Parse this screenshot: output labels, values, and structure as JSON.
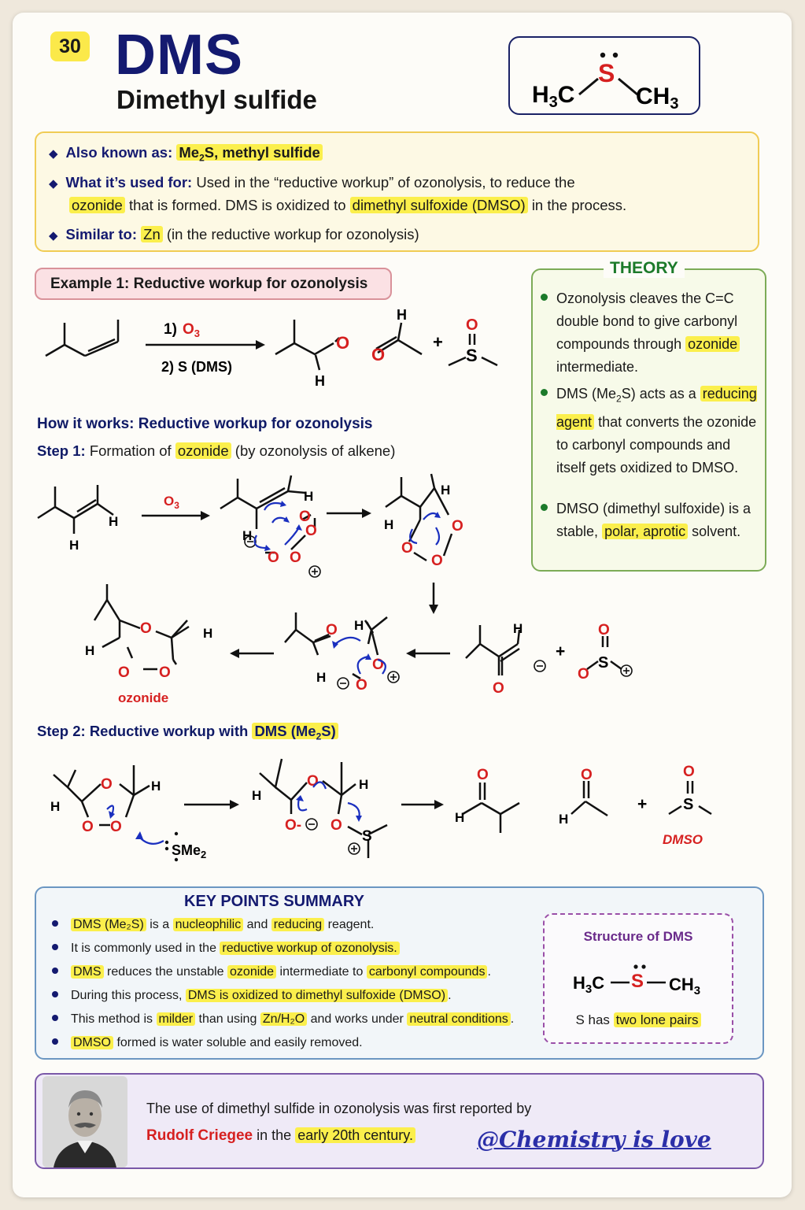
{
  "header": {
    "number": "30",
    "title": "DMS",
    "subtitle": "Dimethyl sulfide"
  },
  "info": {
    "also_known_label": "Also known as:",
    "also_known_value_pre": "Me",
    "also_known_value_sub": "2",
    "also_known_value_post": "S, methyl sulfide",
    "used_for_label": "What it’s used for:",
    "used_for_text1": "Used in the “reductive workup” of ozonolysis, to reduce the",
    "used_for_hl1": "ozonide",
    "used_for_text2": "that is formed. DMS is oxidized to",
    "used_for_hl2": "dimethyl sulfoxide (DMSO)",
    "used_for_text3": "in the process.",
    "similar_label": "Similar to:",
    "similar_hl": "Zn",
    "similar_text": "(in the reductive workup for ozonolysis)"
  },
  "example": {
    "title": "Example 1: Reductive workup for ozonolysis",
    "reagent1_num": "1)",
    "reagent1": "O",
    "reagent1_sub": "3",
    "reagent2": "2) S (DMS)"
  },
  "theory": {
    "title": "THEORY",
    "item1_text": "Ozonolysis cleaves the C=C double bond to give carbonyl compounds through",
    "item1_hl": "ozonide",
    "item1_end": "intermediate.",
    "item2_pre": "DMS (Me",
    "item2_sub": "2",
    "item2_mid": "S) acts as a",
    "item2_hl": "reducing agent",
    "item2_end": "that converts the ozonide to carbonyl compounds and itself gets oxidized to DMSO.",
    "item3_text": "DMSO (dimethyl sulfoxide) is a stable,",
    "item3_hl": "polar, aprotic",
    "item3_end": "solvent."
  },
  "how": {
    "title": "How it works: Reductive workup for ozonolysis",
    "step1_label": "Step 1:",
    "step1_pre": "Formation of",
    "step1_hl": "ozonide",
    "step1_post": "(by ozonolysis of alkene)",
    "ozonide_label": "ozonide",
    "step2_label": "Step 2: Reductive workup with",
    "step2_hl_pre": "DMS (Me",
    "step2_hl_sub": "2",
    "step2_hl_post": "S)",
    "sme2": "SMe",
    "sme2_sub": "2",
    "dmso_label": "DMSO"
  },
  "key": {
    "title": "KEY POINTS SUMMARY",
    "k1_hl1": "DMS (Me₂S)",
    "k1_t1": "is a",
    "k1_hl2": "nucleophilic",
    "k1_t2": "and",
    "k1_hl3": "reducing",
    "k1_t3": "reagent.",
    "k2_t1": "It is commonly used in the",
    "k2_hl1": "reductive workup of ozonolysis.",
    "k3_hl1": "DMS",
    "k3_t1": "reduces the unstable",
    "k3_hl2": "ozonide",
    "k3_t2": "intermediate to",
    "k3_hl3": "carbonyl compounds",
    "k3_t3": ".",
    "k4_t1": "During this process,",
    "k4_hl1": "DMS is oxidized to dimethyl sulfoxide (DMSO)",
    "k4_t2": ".",
    "k5_t1": "This method is",
    "k5_hl1": "milder",
    "k5_t2": "than using",
    "k5_hl2": "Zn/H₂O",
    "k5_t3": "and works under",
    "k5_hl3": "neutral conditions",
    "k5_t4": ".",
    "k6_hl1": "DMSO",
    "k6_t1": "formed is water soluble and easily removed.",
    "struct_title": "Structure of DMS",
    "lone_pre": "S has",
    "lone_hl": "two lone pairs"
  },
  "footer": {
    "text1": "The use of dimethyl sulfide in ozonolysis was first reported by",
    "name": "Rudolf Criegee",
    "text2": "in the",
    "hl": "early 20th century.",
    "signature": "@Chemistry is love"
  },
  "colors": {
    "navy": "#141a70",
    "highlight": "#fbef4c",
    "red": "#d62020",
    "arrow_blue": "#1a2fbf",
    "theory_green": "#1c7a2a"
  }
}
